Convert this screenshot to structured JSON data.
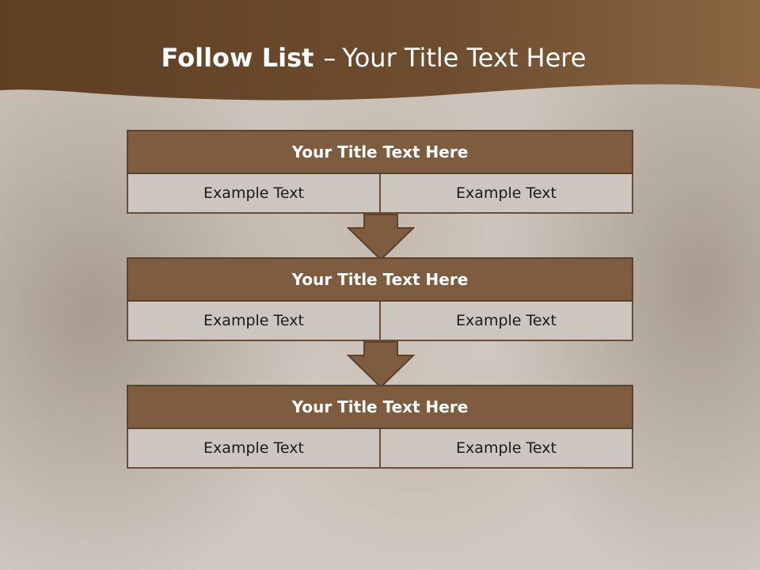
{
  "slide": {
    "title_bold": "Follow List",
    "title_separator": "–",
    "title_rest": "Your Title Text Here"
  },
  "blocks": [
    {
      "title": "Your Title Text Here",
      "cells": [
        "Example Text",
        "Example Text"
      ]
    },
    {
      "title": "Your Title Text Here",
      "cells": [
        "Example Text",
        "Example Text"
      ]
    },
    {
      "title": "Your Title Text Here",
      "cells": [
        "Example Text",
        "Example Text"
      ]
    }
  ],
  "colors": {
    "header_band": "#6b4a2d",
    "block_title_fill": "#7d5c3f",
    "block_cell_fill": "#cdc5bf",
    "arrow_fill": "#7d5c3f"
  }
}
